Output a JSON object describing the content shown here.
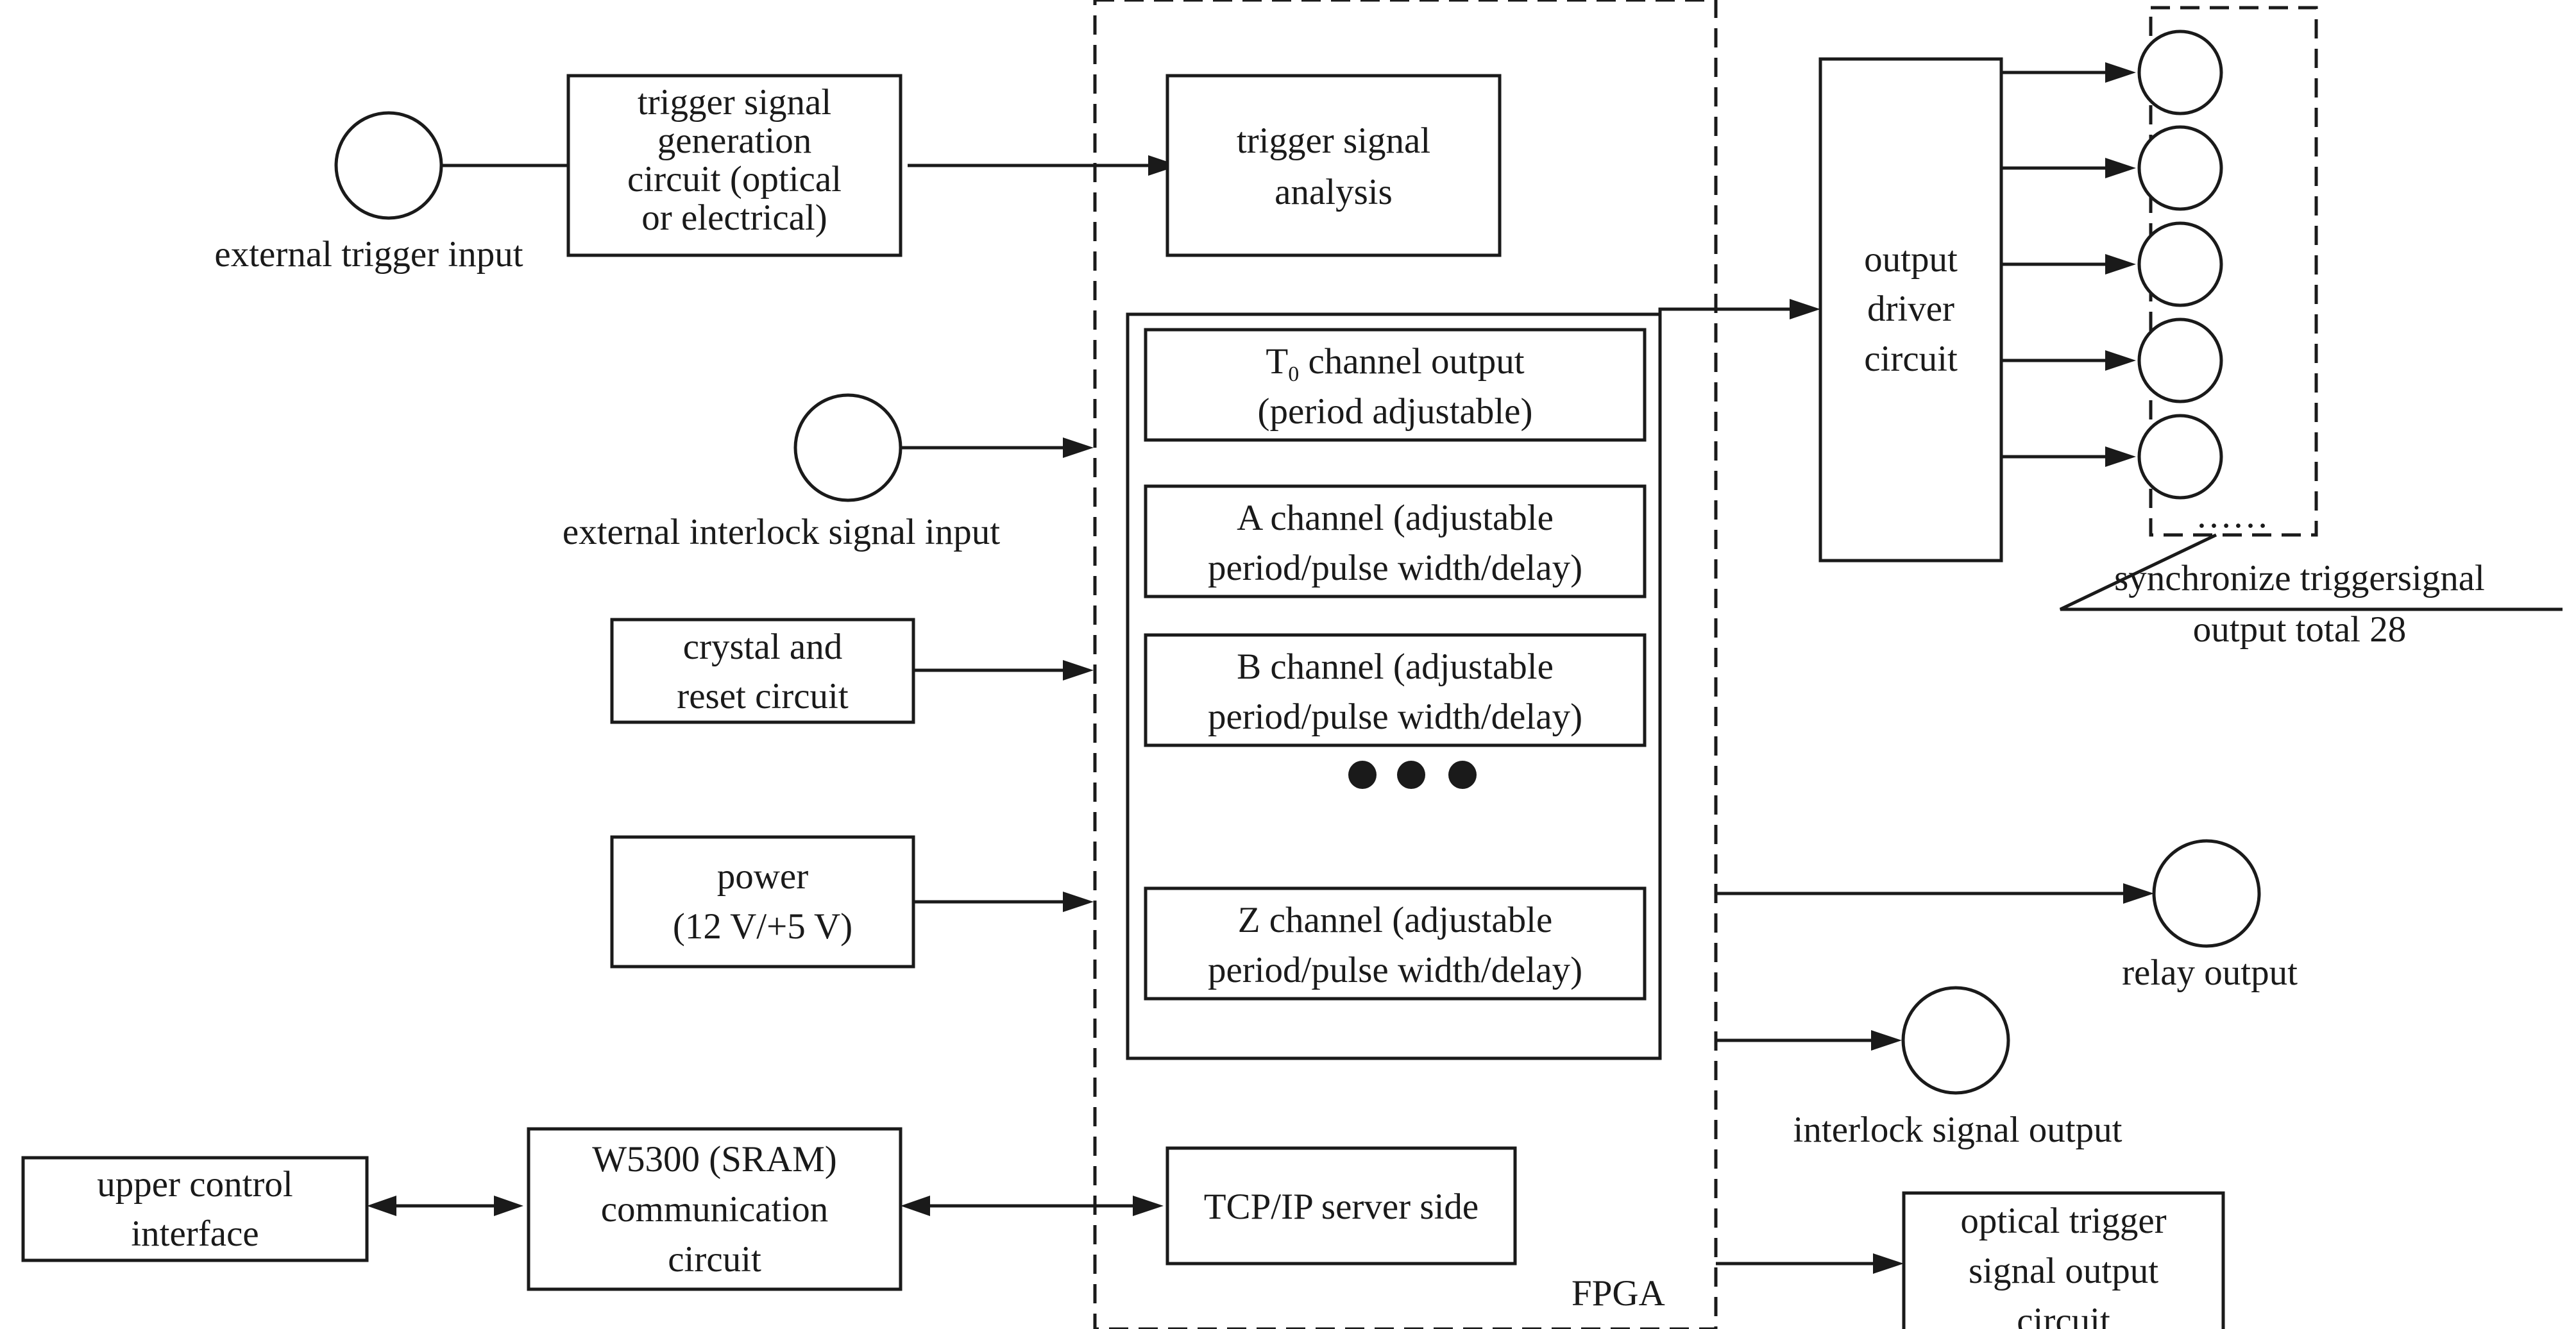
{
  "fpga": {
    "label": "FPGA"
  },
  "blocks": {
    "trigger_generation": [
      "trigger signal",
      "generation",
      "circuit (optical",
      "or electrical)"
    ],
    "trigger_analysis": [
      "trigger signal",
      "analysis"
    ],
    "t0_channel": {
      "main": "T",
      "sub": "0",
      "rest": " channel output",
      "line2": "(period adjustable)"
    },
    "a_channel": [
      "A channel  (adjustable",
      "period/pulse width/delay)"
    ],
    "b_channel": [
      "B channel (adjustable",
      "period/pulse width/delay)"
    ],
    "z_channel": [
      "Z channel (adjustable",
      "period/pulse width/delay)"
    ],
    "crystal_reset": [
      "crystal and",
      "reset circuit"
    ],
    "power": [
      "power",
      "(12 V/+5 V)"
    ],
    "output_driver": [
      "output",
      "driver",
      "circuit"
    ],
    "upper_control": [
      "upper  control",
      "interface"
    ],
    "w5300": [
      "W5300 (SRAM)",
      "communication",
      "circuit"
    ],
    "tcp_ip": [
      "TCP/IP server side"
    ],
    "optical_output": [
      "optical trigger",
      "signal output",
      "circuit"
    ]
  },
  "labels": {
    "external_trigger_input": "external trigger input",
    "external_interlock_input": "external interlock signal input",
    "relay_output": "relay output",
    "interlock_output": "interlock signal  output",
    "sync_output": [
      "synchronize triggersignal",
      "output total 28"
    ],
    "sync_ellipsis": "……"
  }
}
